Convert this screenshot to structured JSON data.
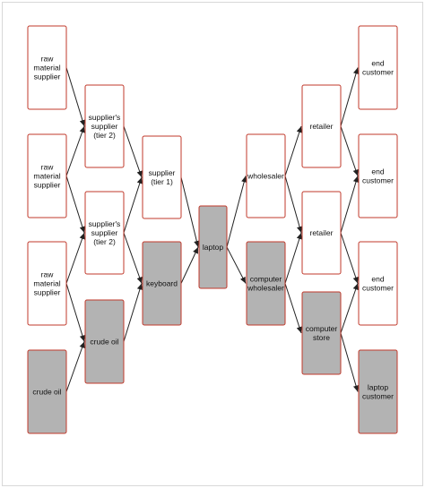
{
  "colors": {
    "node_border": "#c0392b",
    "node_fill": "#ffffff",
    "node_fill_highlight": "#b3b3b3",
    "edge": "#222222"
  },
  "nodes": [
    {
      "id": "rm1",
      "lines": [
        "raw",
        "material",
        "supplier"
      ],
      "highlight": false
    },
    {
      "id": "rm2",
      "lines": [
        "raw",
        "material",
        "supplier"
      ],
      "highlight": false
    },
    {
      "id": "rm3",
      "lines": [
        "raw",
        "material",
        "supplier"
      ],
      "highlight": false
    },
    {
      "id": "co1",
      "lines": [
        "crude oil"
      ],
      "highlight": true
    },
    {
      "id": "s2a",
      "lines": [
        "supplier's",
        "supplier",
        "(tier 2)"
      ],
      "highlight": false
    },
    {
      "id": "s2b",
      "lines": [
        "supplier's",
        "supplier",
        "(tier 2)"
      ],
      "highlight": false
    },
    {
      "id": "co2",
      "lines": [
        "crude oil"
      ],
      "highlight": true
    },
    {
      "id": "s1",
      "lines": [
        "supplier",
        "(tier 1)"
      ],
      "highlight": false
    },
    {
      "id": "kb",
      "lines": [
        "keyboard"
      ],
      "highlight": true
    },
    {
      "id": "lap",
      "lines": [
        "laptop"
      ],
      "highlight": true
    },
    {
      "id": "wh",
      "lines": [
        "wholesaler"
      ],
      "highlight": false
    },
    {
      "id": "cw",
      "lines": [
        "computer",
        "wholesaler"
      ],
      "highlight": true
    },
    {
      "id": "r1",
      "lines": [
        "retailer"
      ],
      "highlight": false
    },
    {
      "id": "r2",
      "lines": [
        "retailer"
      ],
      "highlight": false
    },
    {
      "id": "cs",
      "lines": [
        "computer",
        "store"
      ],
      "highlight": true
    },
    {
      "id": "ec1",
      "lines": [
        "end",
        "customer"
      ],
      "highlight": false
    },
    {
      "id": "ec2",
      "lines": [
        "end",
        "customer"
      ],
      "highlight": false
    },
    {
      "id": "ec3",
      "lines": [
        "end",
        "customer"
      ],
      "highlight": false
    },
    {
      "id": "lc",
      "lines": [
        "laptop",
        "customer"
      ],
      "highlight": true
    }
  ],
  "edges": [
    [
      "rm1",
      "s2a"
    ],
    [
      "rm2",
      "s2a"
    ],
    [
      "rm2",
      "s2b"
    ],
    [
      "rm3",
      "s2b"
    ],
    [
      "rm3",
      "co2"
    ],
    [
      "co1",
      "co2"
    ],
    [
      "s2a",
      "s1"
    ],
    [
      "s2b",
      "s1"
    ],
    [
      "s2b",
      "kb"
    ],
    [
      "co2",
      "kb"
    ],
    [
      "s1",
      "lap"
    ],
    [
      "kb",
      "lap"
    ],
    [
      "lap",
      "wh"
    ],
    [
      "lap",
      "cw"
    ],
    [
      "wh",
      "r1"
    ],
    [
      "wh",
      "r2"
    ],
    [
      "cw",
      "r2"
    ],
    [
      "cw",
      "cs"
    ],
    [
      "r1",
      "ec1"
    ],
    [
      "r1",
      "ec2"
    ],
    [
      "r2",
      "ec2"
    ],
    [
      "r2",
      "ec3"
    ],
    [
      "cs",
      "ec3"
    ],
    [
      "cs",
      "lc"
    ]
  ]
}
